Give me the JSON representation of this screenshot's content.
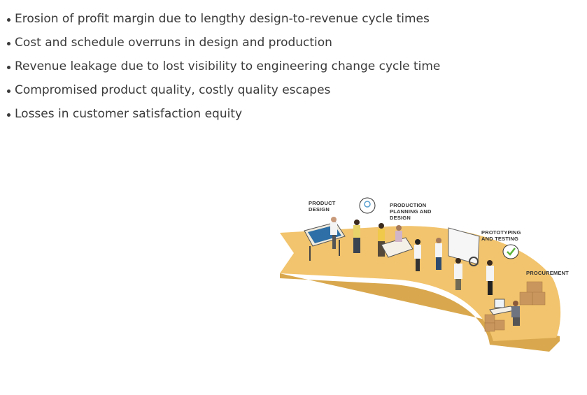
{
  "bullets": [
    "Erosion of profit margin due to lengthy design-to-revenue cycle times",
    "Cost and schedule overruns in design and production",
    "Revenue leakage due to lost visibility to engineering change cycle time",
    "Compromised product quality, costly quality escapes",
    "Losses in customer satisfaction equity"
  ],
  "illustration": {
    "stages": [
      {
        "line1": "PRODUCT",
        "line2": "DESIGN",
        "line3": ""
      },
      {
        "line1": "PRODUCTION",
        "line2": "PLANNING AND",
        "line3": "DESIGN"
      },
      {
        "line1": "PROTOTYPING",
        "line2": "AND TESTING",
        "line3": ""
      },
      {
        "line1": "PROCUREMENT",
        "line2": "",
        "line3": ""
      }
    ],
    "colors": {
      "path_top": "#f2c46d",
      "path_side": "#d9a84e",
      "accent_blue": "#2d6fa6",
      "check_green": "#5bb53a"
    }
  }
}
